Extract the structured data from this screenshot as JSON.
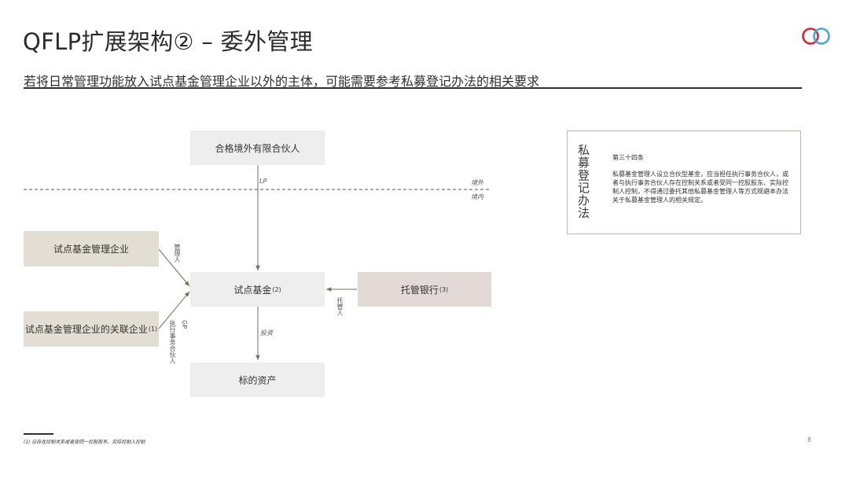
{
  "header": {
    "title": "QFLP扩展架构② – 委外管理",
    "subtitle": "若将日常管理功能放入试点基金管理企业以外的主体，可能需要参考私募登记办法的相关要求"
  },
  "diagram": {
    "lp_entity": "合格境外有限合伙人",
    "manager_entity": "试点基金管理企业",
    "affiliate_entity": "试点基金管理企业的关联企业",
    "affiliate_note": "(1)",
    "fund": "试点基金",
    "fund_note": "(2)",
    "custodian": "托管银行",
    "custodian_note": "(3)",
    "target_asset": "标的资产",
    "label_lp": "LP",
    "label_offshore": "境外",
    "label_onshore": "境内",
    "label_manager": "管理人",
    "label_gp": "GP",
    "label_executive": "执行事务合伙人",
    "label_custodian_role": "托管人",
    "label_invest": "投资"
  },
  "side_panel": {
    "heading": "私募登记办法",
    "article": "第三十四条",
    "body": "私募基金管理人设立合伙型基金，应当担任执行事务合伙人，或者与执行事务合伙人存在控制关系或者受同一控股股东、实际控制人控制，不得通过委托其他私募基金管理人等方式规避本办法关于私募基金管理人的相关规定。"
  },
  "footer": {
    "footnote": "(1) 应存在控制关系或者受同一控股股东、实际控制人控制",
    "page_number": "8"
  },
  "colors": {
    "line": "#7a6e5c",
    "box_gray": "#eeeeee",
    "box_tan": "#e3ded3",
    "box_pink": "#e3d9d6",
    "logo_red": "#d6243a",
    "logo_blue": "#4aa6d6"
  }
}
